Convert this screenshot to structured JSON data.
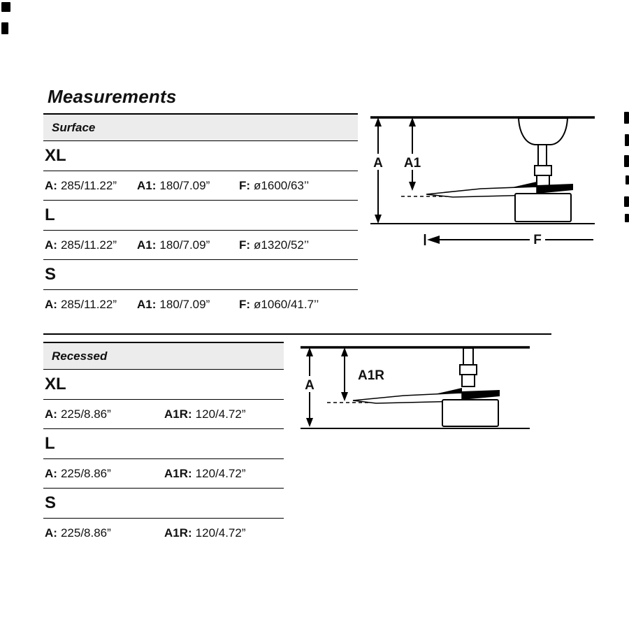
{
  "page": {
    "title": "Measurements"
  },
  "surface": {
    "header": "Surface",
    "rows": [
      {
        "size": "XL",
        "a_label": "A:",
        "a_value": "285/11.22”",
        "a1_label": "A1:",
        "a1_value": "180/7.09”",
        "f_label": "F:",
        "f_value": "ø1600/63’’"
      },
      {
        "size": "L",
        "a_label": "A:",
        "a_value": "285/11.22”",
        "a1_label": "A1:",
        "a1_value": "180/7.09”",
        "f_label": "F:",
        "f_value": "ø1320/52’’"
      },
      {
        "size": "S",
        "a_label": "A:",
        "a_value": "285/11.22”",
        "a1_label": "A1:",
        "a1_value": "180/7.09”",
        "f_label": "F:",
        "f_value": "ø1060/41.7’’"
      }
    ],
    "diagram": {
      "label_a": "A",
      "label_a1": "A1",
      "label_f": "F"
    }
  },
  "recessed": {
    "header": "Recessed",
    "rows": [
      {
        "size": "XL",
        "a_label": "A:",
        "a_value": "225/8.86”",
        "a1r_label": "A1R:",
        "a1r_value": "120/4.72”"
      },
      {
        "size": "L",
        "a_label": "A:",
        "a_value": "225/8.86”",
        "a1r_label": "A1R:",
        "a1r_value": "120/4.72”"
      },
      {
        "size": "S",
        "a_label": "A:",
        "a_value": "225/8.86”",
        "a1r_label": "A1R:",
        "a1r_value": "120/4.72”"
      }
    ],
    "diagram": {
      "label_a": "A",
      "label_a1r": "A1R"
    }
  },
  "colors": {
    "text": "#111111",
    "header_bg": "#ececec",
    "line": "#000000"
  }
}
